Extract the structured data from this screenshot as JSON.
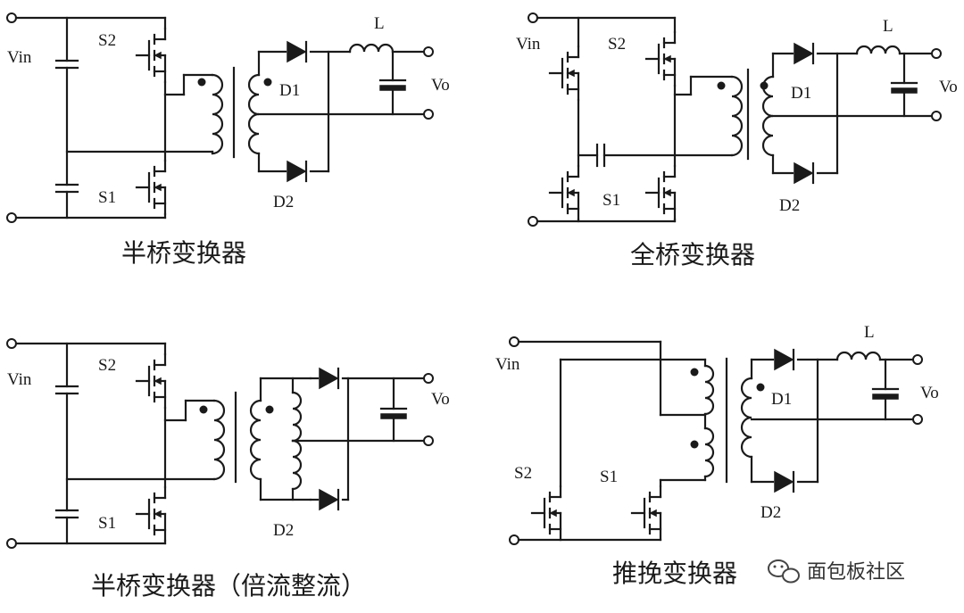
{
  "labels": {
    "vin": "Vin",
    "vo": "Vo",
    "l": "L",
    "s1": "S1",
    "s2": "S2",
    "d1": "D1",
    "d2": "D2"
  },
  "captions": {
    "half_bridge": "半桥变换器",
    "full_bridge": "全桥变换器",
    "half_bridge_current_doubler": "半桥变换器（倍流整流）",
    "push_pull": "推挽变换器"
  },
  "watermark": {
    "text": "面包板社区",
    "icon": "wechat-icon"
  }
}
